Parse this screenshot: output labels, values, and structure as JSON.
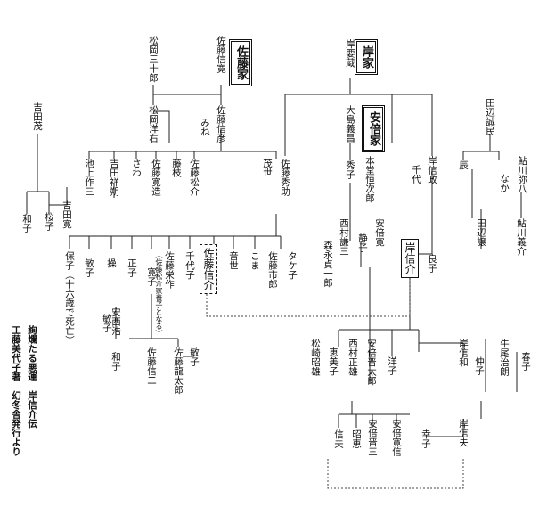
{
  "houses": {
    "sato": "佐藤家",
    "kishi": "岸家",
    "abe": "安倍家"
  },
  "people": {
    "matsuoka_misojuro": "松岡三十郎",
    "sato_nobuhiro": "佐藤信寛",
    "kishi_yoshizo": "岸要蔵",
    "oshima_yoshimasa": "大島義昌",
    "matsuoka_yosuke": "松岡洋右",
    "sato_shinsuke": "佐藤信彦",
    "mine": "みね",
    "yoshida_shigeru": "吉田茂",
    "ikegami_sakuzo": "池上作三",
    "yoshida_shokaku": "吉田祥朔",
    "sawa": "さわ",
    "sato_kanzo": "佐藤寛造",
    "moe": "藤枝",
    "sato_matsusuke": "佐藤松介",
    "moyo": "茂世",
    "sato_hidesuke": "佐藤秀助",
    "kazuko": "和子",
    "sakurako": "桜子",
    "yoshida_hiroshi": "吉田寛",
    "honhori_tsuneshiro": "本堂恒次郎",
    "hideko": "秀子",
    "abe_hiroshi": "安倍寛",
    "kishi_nobumasa": "岸信政",
    "chiyo": "千代",
    "tanabe_seimin": "田辺誠民",
    "tatsu": "辰",
    "naka": "なか",
    "ayukawa_yahachi": "鮎川弥八",
    "nishimura_kenzo": "西村謙三",
    "shizuko": "静子",
    "tanabe_yuzuru": "田辺譲",
    "ayukawa_yoshisuke": "鮎川義介",
    "yoshiko_a": "良子",
    "kishi_nobusuke": "岸信介",
    "yasuko_note": "保子（十六歳で死亡）",
    "toshiko_a": "敏子",
    "misao": "操",
    "masako": "正子",
    "hiroko": "寛子",
    "sato_eisaku": "佐藤栄作",
    "eisaku_note": "（佐藤松介家養子となる）",
    "chiyoko": "千代子",
    "sato_nobusuke_box": "佐藤信介",
    "otoyo": "音世",
    "koma": "こま",
    "sato_ichiro": "佐藤市郎",
    "takeko": "タケ子",
    "morinaga_teiichiro": "森永貞一郎",
    "yasunishi_hiroshi": "安西浩",
    "toshiko_b": "敏子",
    "kazuko_b": "和子",
    "sato_shinji": "佐藤信二",
    "sato_ryutaro": "佐藤龍太郎",
    "toshiko_c": "敏子",
    "matsuzaki_akio": "松崎昭雄",
    "emiko": "恵美子",
    "nishimura_masao": "西村正雄",
    "abe_shintaro": "安倍晋太郎",
    "yoko": "洋子",
    "kishi_nobukazu": "岸信和",
    "nakako": "仲子",
    "ushio_haruaki": "牛尾治朗",
    "haruko": "春子",
    "nobuo": "信夫",
    "akie": "昭恵",
    "abe_shinzo": "安倍晋三",
    "abe_hironobu": "安倍寛信",
    "sachiko": "幸子",
    "kishi_nobuo": "岸信夫"
  },
  "caption": {
    "line1": "絢爛たる悪運　岸信介伝",
    "line2": "工藤美代子著　幻冬舎発行より"
  }
}
